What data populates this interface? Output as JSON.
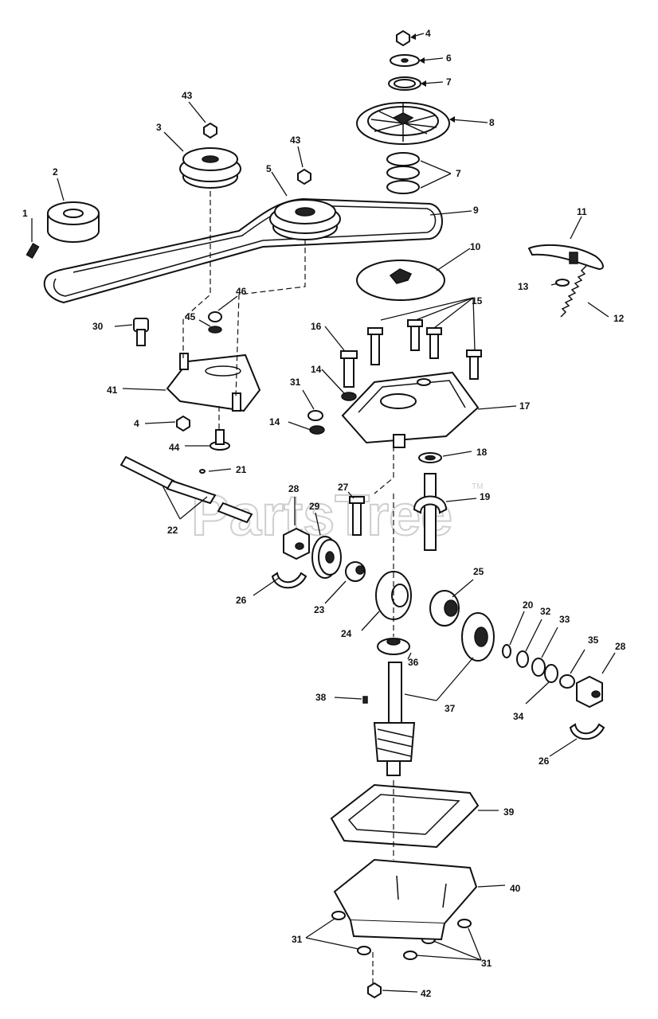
{
  "diagram": {
    "watermark": "PartsTree",
    "trademark": "TM",
    "callouts": [
      "1",
      "2",
      "3",
      "4",
      "5",
      "6",
      "7",
      "8",
      "9",
      "10",
      "11",
      "12",
      "13",
      "14",
      "15",
      "16",
      "17",
      "18",
      "19",
      "20",
      "21",
      "22",
      "23",
      "24",
      "25",
      "26",
      "27",
      "28",
      "29",
      "30",
      "31",
      "32",
      "33",
      "34",
      "35",
      "36",
      "37",
      "38",
      "39",
      "40",
      "41",
      "42",
      "43",
      "44",
      "45",
      "46"
    ]
  }
}
